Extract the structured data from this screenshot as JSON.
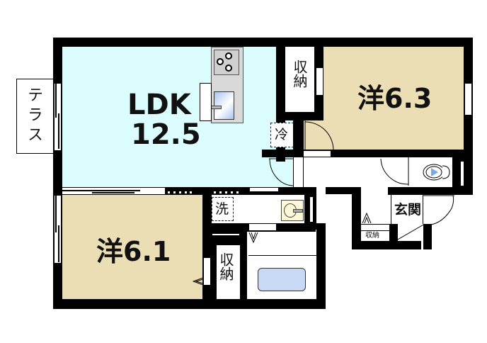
{
  "floorplan": {
    "rooms": {
      "ldk": {
        "name": "LDK",
        "size": "12.5",
        "color": "#dcfdfe"
      },
      "western_east": {
        "name": "洋6.3",
        "color": "#ebdeb5"
      },
      "western_west": {
        "name": "洋6.1",
        "color": "#ebdeb5"
      }
    },
    "labels": {
      "terrace": "テラス",
      "storage_top": "収納",
      "storage_bottom": "収納",
      "storage_entry": "収納",
      "fridge": "冷",
      "washer": "洗",
      "entrance": "玄関"
    },
    "colors": {
      "wall": "#000000",
      "ldk": "#dcfdfe",
      "western_room": "#ebdeb5",
      "bathtub": "#c7d9f5",
      "kitchen_counter": "#d9d9d9",
      "toilet_accent": "#7aa7e8",
      "washbasin": "#fff8d8"
    }
  }
}
